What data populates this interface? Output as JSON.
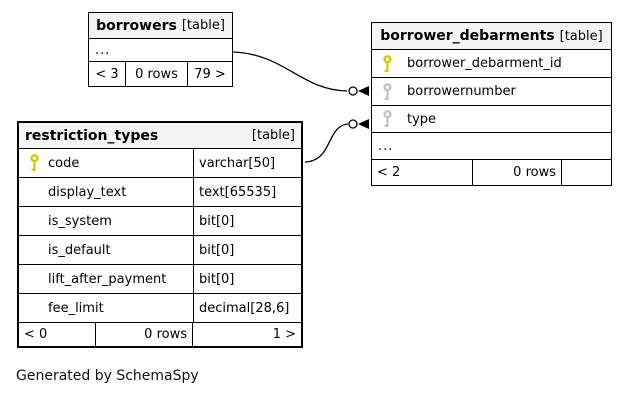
{
  "colors": {
    "pk-key": "#cdcd00",
    "fk-key": "#c2c2c2",
    "header-bg": "#f4f4f4",
    "edge": "#000000"
  },
  "footer_note": "Generated by SchemaSpy",
  "tables": {
    "borrowers": {
      "name": "borrowers",
      "tag": "[table]",
      "ellipsis": "...",
      "pager": {
        "left": "< 3",
        "center": "0 rows",
        "right": "79 >"
      }
    },
    "borrower_debarments": {
      "name": "borrower_debarments",
      "tag": "[table]",
      "columns": [
        {
          "name": "borrower_debarment_id",
          "key": "primary"
        },
        {
          "name": "borrowernumber",
          "key": "index"
        },
        {
          "name": "type",
          "key": "index"
        }
      ],
      "ellipsis": "...",
      "pager": {
        "left": "< 2",
        "center": "0 rows",
        "right": ""
      }
    },
    "restriction_types": {
      "name": "restriction_types",
      "tag": "[table]",
      "columns": [
        {
          "name": "code",
          "type": "varchar[50]",
          "key": "primary"
        },
        {
          "name": "display_text",
          "type": "text[65535]",
          "key": "none"
        },
        {
          "name": "is_system",
          "type": "bit[0]",
          "key": "none"
        },
        {
          "name": "is_default",
          "type": "bit[0]",
          "key": "none"
        },
        {
          "name": "lift_after_payment",
          "type": "bit[0]",
          "key": "none"
        },
        {
          "name": "fee_limit",
          "type": "decimal[28,6]",
          "key": "none"
        }
      ],
      "pager": {
        "left": "< 0",
        "center": "0 rows",
        "right": "1 >"
      }
    }
  },
  "relationships": [
    {
      "from": "borrowers",
      "to": "borrower_debarments.borrowernumber"
    },
    {
      "from": "restriction_types.code",
      "to": "borrower_debarments.type"
    }
  ]
}
